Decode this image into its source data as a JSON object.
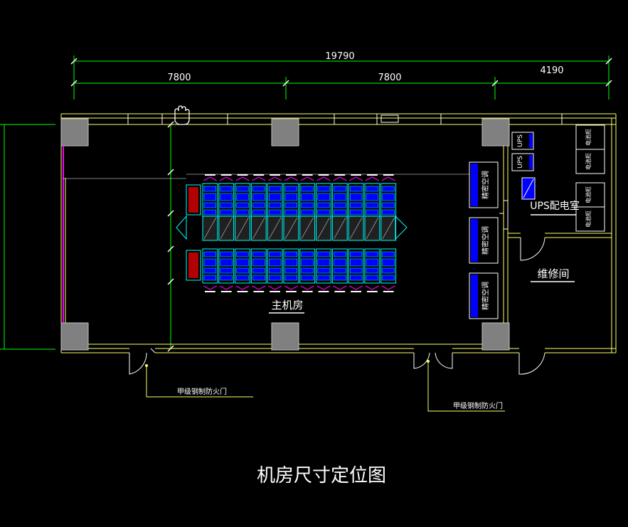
{
  "dimensions": {
    "total": "19790",
    "seg_left": "7800",
    "seg_mid": "7800",
    "seg_right": "4190"
  },
  "labels": {
    "main_room": "主机房",
    "ups_room": "UPS配电室",
    "repair_room": "维修间",
    "fire_door_1": "甲级钢制防火门",
    "fire_door_2": "甲级钢制防火门",
    "ups_1": "UPS",
    "ups_2": "UPS",
    "ac_unit": "精密空调",
    "battery_cabinet": "电池柜"
  },
  "caption": "机房尺寸定位图",
  "colors": {
    "background": "#000000",
    "dimension": "#00ff00",
    "wall": "#ffff66",
    "column": "#808080",
    "rack": "#00ffff",
    "equipment": "#0000ff",
    "distribution_panel": "#ff0000",
    "text": "#ffffff",
    "magenta": "#ff00ff"
  }
}
